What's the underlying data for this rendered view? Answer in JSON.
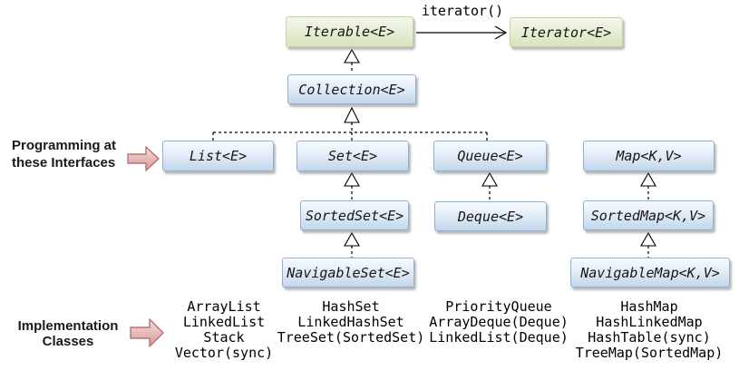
{
  "nodes": {
    "iterable": "Iterable<E>",
    "iterator": "Iterator<E>",
    "collection": "Collection<E>",
    "list": "List<E>",
    "set": "Set<E>",
    "queue": "Queue<E>",
    "map": "Map<K,V>",
    "sorted_set": "SortedSet<E>",
    "deque": "Deque<E>",
    "sorted_map": "SortedMap<K,V>",
    "navigable_set": "NavigableSet<E>",
    "navigable_map": "NavigableMap<K,V>"
  },
  "edge_label": "iterator()",
  "labels": {
    "interfaces_line1": "Programming at",
    "interfaces_line2": "these Interfaces",
    "impl_line1": "Implementation",
    "impl_line2": "Classes"
  },
  "implementations": {
    "list": [
      "ArrayList",
      "LinkedList",
      "Stack",
      "Vector(sync)"
    ],
    "set": [
      "HashSet",
      "LinkedHashSet",
      "TreeSet(SortedSet)"
    ],
    "queue": [
      "PriorityQueue",
      "ArrayDeque(Deque)",
      "LinkedList(Deque)"
    ],
    "map": [
      "HashMap",
      "HashLinkedMap",
      "HashTable(sync)",
      "TreeMap(SortedMap)"
    ]
  },
  "colors": {
    "interface_box_border": "#8fb0d3",
    "interface_box_fill": "#c2d6eb",
    "class_box_border": "#c3d69b",
    "class_box_fill": "#d7e4bc",
    "pointer_arrow_fill": "#e5b8b7",
    "pointer_arrow_border": "#b97270",
    "connector_color": "#000000"
  }
}
